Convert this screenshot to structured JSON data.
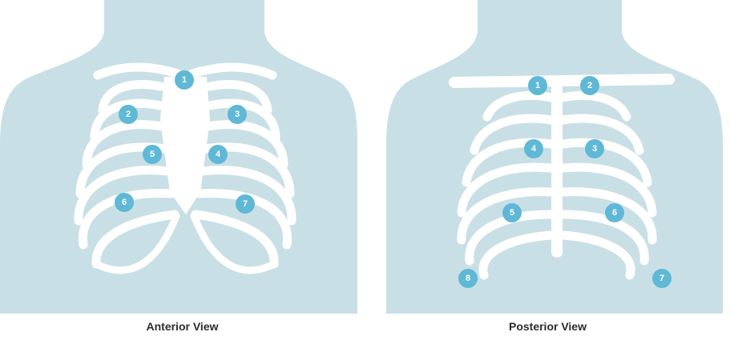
{
  "colors": {
    "torso": "#c9dfe6",
    "bone": "#ffffff",
    "marker": "#5fb8d6",
    "marker_text": "#ffffff",
    "caption": "#2b2b2b"
  },
  "anterior": {
    "caption": "Anterior View",
    "markers": [
      "1",
      "2",
      "3",
      "5",
      "4",
      "6",
      "7"
    ]
  },
  "posterior": {
    "caption": "Posterior View",
    "markers": [
      "1",
      "2",
      "4",
      "3",
      "5",
      "6",
      "8",
      "7"
    ]
  }
}
